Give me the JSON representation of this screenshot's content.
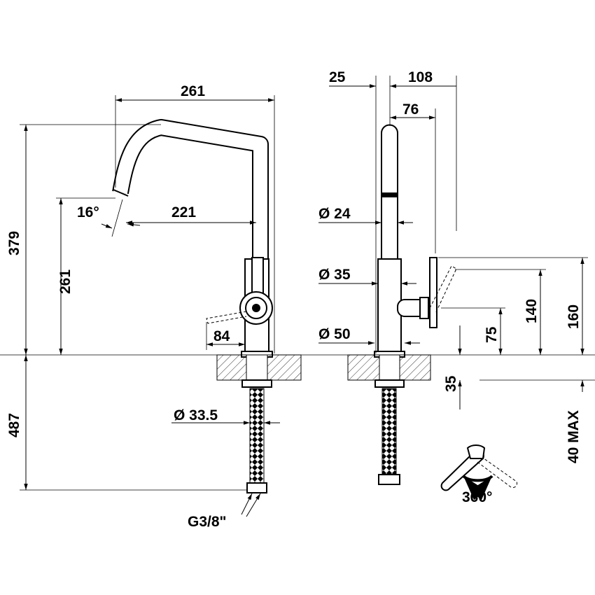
{
  "side_view": {
    "width_total": "261",
    "height_total": "379",
    "spout_height": "261",
    "spout_reach": "221",
    "spout_angle": "16°",
    "handle_reach": "84",
    "hose_length": "487",
    "hose_diameter": "Ø 33.5",
    "connection": "G3/8\""
  },
  "front_view": {
    "offset_25": "25",
    "depth_108": "108",
    "depth_76": "76",
    "spout_diameter": "Ø 24",
    "body_diameter": "Ø 35",
    "base_diameter": "Ø 50",
    "height_160": "160",
    "height_140": "140",
    "height_75": "75",
    "counter_35": "35",
    "counter_max": "40 MAX"
  },
  "rotation": {
    "label": "360°"
  },
  "colors": {
    "line": "#000000",
    "background": "#ffffff"
  }
}
